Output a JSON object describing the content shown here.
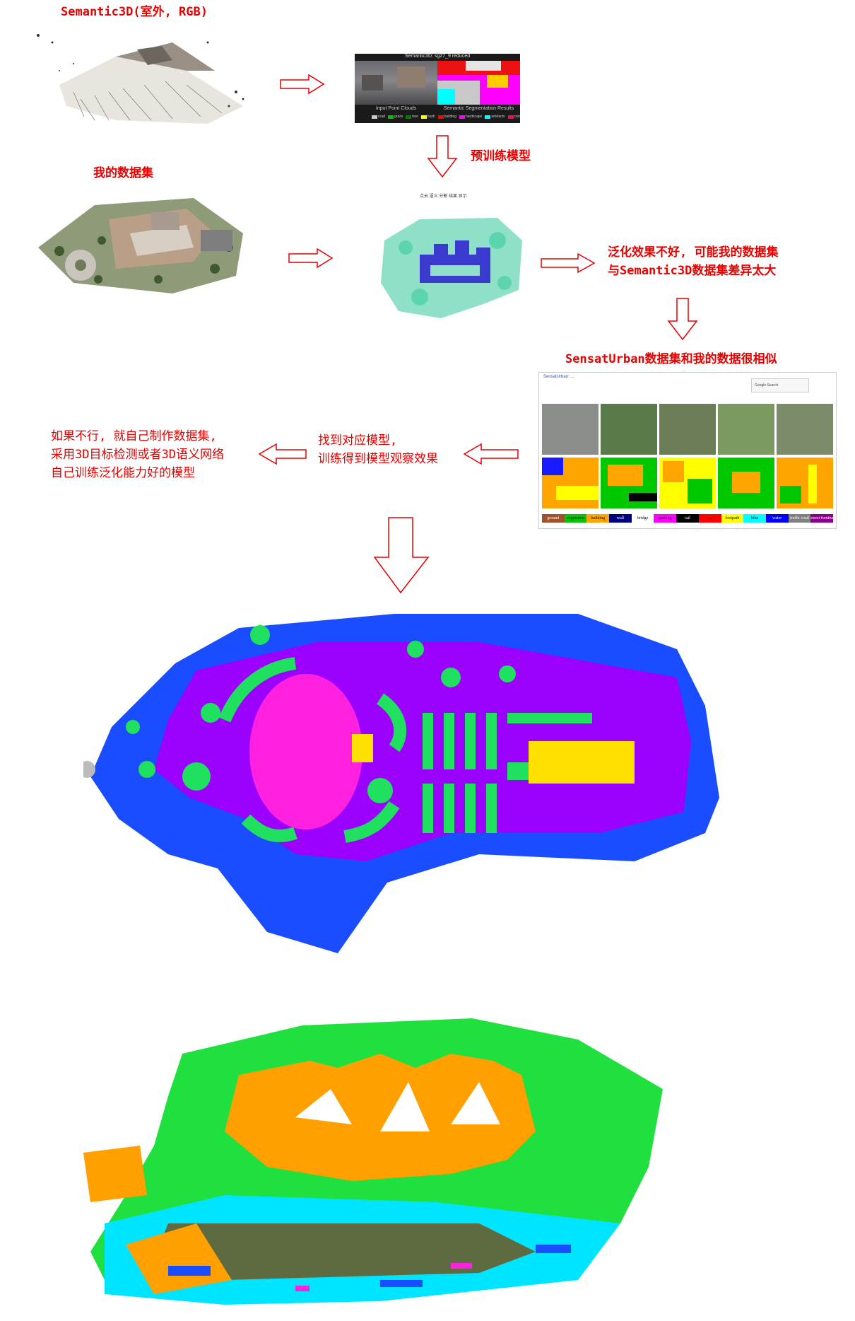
{
  "labels": {
    "semantic3d": "Semantic3D(室外, RGB)",
    "my_dataset": "我的数据集",
    "pretrain": "预训练模型",
    "generalize_line1": "泛化效果不好, 可能我的数据集",
    "generalize_line2": "与Semantic3D数据集差异太大",
    "sensat_title": "SensatUrban数据集和我的数据很相似",
    "find_model_line1": "找到对应模型,",
    "find_model_line2": "训练得到模型观察效果",
    "fallback_line1": "如果不行, 就自己制作数据集,",
    "fallback_line2": "采用3D目标检测或者3D语义网络",
    "fallback_line3": "自己训练泛化能力好的模型"
  },
  "semantic3d_result": {
    "title": "Semantic3D: sg27_9 reduced",
    "left_caption": "Input Point Clouds",
    "right_caption": "Semantic Segmentation Results",
    "legend": [
      {
        "name": "road",
        "color": "#c8c8c8"
      },
      {
        "name": "grass",
        "color": "#00c000"
      },
      {
        "name": "tree",
        "color": "#008000"
      },
      {
        "name": "bush",
        "color": "#ffff00"
      },
      {
        "name": "building",
        "color": "#ff0000"
      },
      {
        "name": "hardscape",
        "color": "#ff00ff"
      },
      {
        "name": "artefacts",
        "color": "#00ffff"
      },
      {
        "name": "cars",
        "color": "#ff0060"
      }
    ]
  },
  "pred_caption": "点云 语义 分割 结果 显示",
  "sensat": {
    "browser_title": "SensatUrban: ...",
    "search_hint": "Google Search",
    "legend": [
      {
        "name": "ground",
        "color": "#a0522d"
      },
      {
        "name": "vegetation",
        "color": "#00c800"
      },
      {
        "name": "building",
        "color": "#ffa500"
      },
      {
        "name": "wall",
        "color": "#000080"
      },
      {
        "name": "bridge",
        "color": "#ffffff"
      },
      {
        "name": "parking",
        "color": "#ff00ff"
      },
      {
        "name": "rail",
        "color": "#000000"
      },
      {
        "name": "car",
        "color": "#ff0000"
      },
      {
        "name": "footpath",
        "color": "#ffff00"
      },
      {
        "name": "bike",
        "color": "#00ffff"
      },
      {
        "name": "water",
        "color": "#0000ff"
      },
      {
        "name": "traffic road",
        "color": "#808080"
      },
      {
        "name": "street furniture",
        "color": "#8b008b"
      }
    ]
  },
  "colors": {
    "accent_red": "#e60000",
    "ground_purple": "#9b00ff",
    "vegetation_green": "#20e060",
    "road_blue": "#1a4dff",
    "building_yellow": "#ffe000",
    "hardscape_magenta": "#ff20e0",
    "building_orange": "#ffa000"
  }
}
